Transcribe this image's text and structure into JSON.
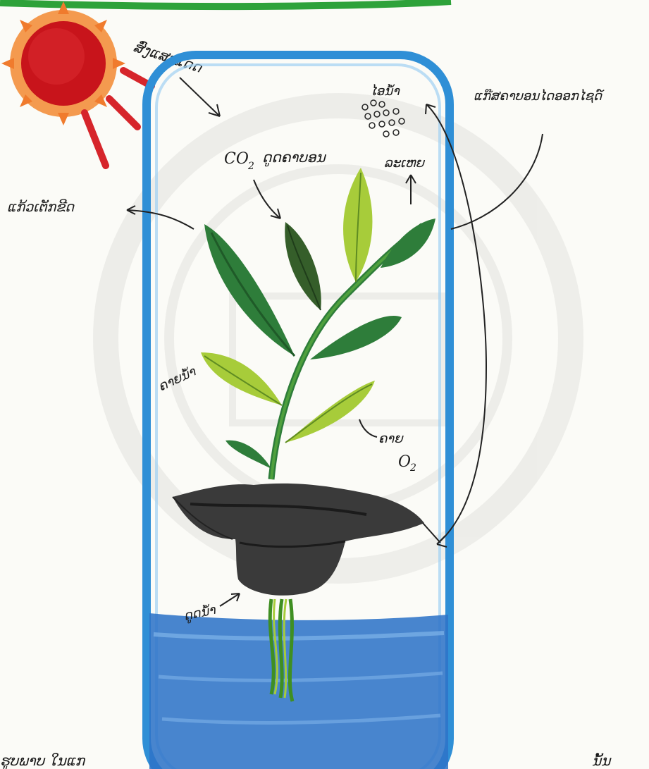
{
  "labels": {
    "sunlight": "ສົ່ງແສງແດດ",
    "vapor": "ໄອນ້ຳ",
    "co2_in": "CO",
    "co2_sub": "2",
    "co2_in_text": "ດູດຄາບອນ",
    "evap": "ລະເຫຍ",
    "left_arrow": "ແກ້ວເຕັກຂີດ",
    "right_note": "ແກ໊ສຄາບອນໄດອອກໄຊດ໌",
    "water_lbl": "ຄາຍນ້ຳ",
    "o2_lbl": "ຄາຍ",
    "o2_val": "O",
    "o2_sub": "2",
    "root_lbl": "ດູດນ້ຳ",
    "bottom_text_left": "ຮູບພາບ ໃນແກ",
    "bottom_text_right": "ນັ້ນ"
  },
  "colors": {
    "jar": "#2f8fd6",
    "sun": "#c8141b",
    "soil": "#3a3a3a",
    "water": "#2f74c8",
    "leaf_dark": "#2e7d3a",
    "leaf_light": "#a7cc3a"
  }
}
